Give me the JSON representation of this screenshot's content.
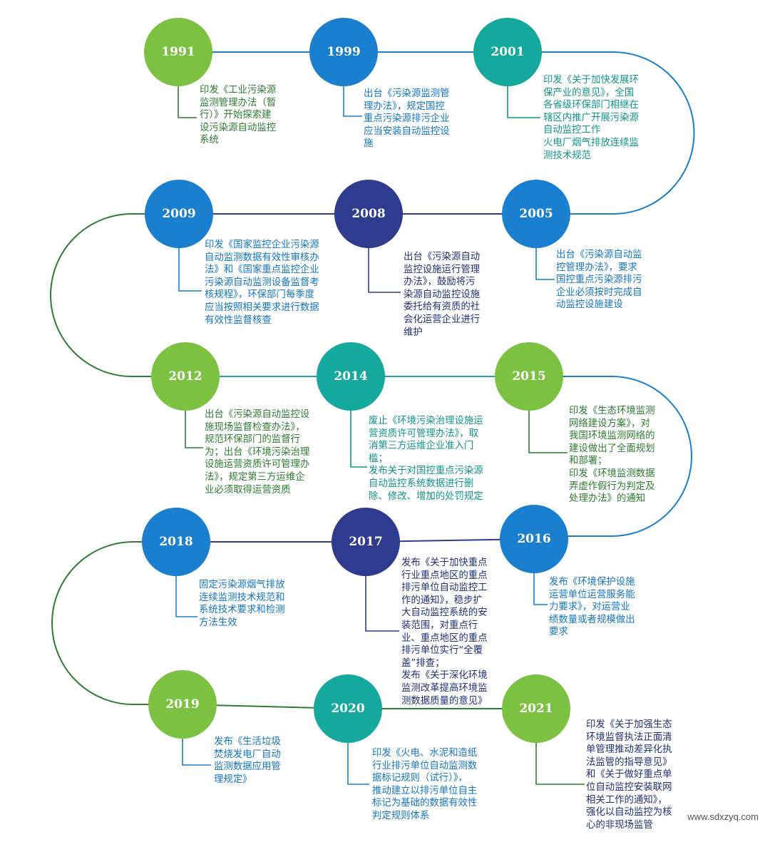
{
  "colors": {
    "lime": "#7dc142",
    "blue": "#1a7fce",
    "teal": "#15a89d",
    "navy": "#2e3b8f",
    "dark_green_line": "#2e7d32",
    "blue_line": "#1a7fce"
  },
  "milestones": [
    {
      "year": "1991",
      "desc": "印发《工业污染源\n监测管理办法（暂\n行）》开始探索建\n设污染源自动监控\n系统"
    },
    {
      "year": "1999",
      "desc": "出台《污染源监测管\n理办法》，规定国控\n重点污染源排污企业\n应当安装自动监控设\n施"
    },
    {
      "year": "2001",
      "desc": "印发《关于加快发展环\n保产业的意见》，全国\n各省级环保部门相继在\n辖区内推广开展污染源\n自动监控工作\n火电厂烟气排放连续监\n测技术规范"
    },
    {
      "year": "2005",
      "desc": "出台《污染源自动监\n控管理办法》，要求\n国控重点污染源排污\n企业必须按时完成自\n动监控设施建设"
    },
    {
      "year": "2008",
      "desc": "出台《污染源自动\n监控设施运行管理\n办法》，鼓励将污\n染源自动监控设施\n委托给有资质的社\n会化运营企业进行\n维护"
    },
    {
      "year": "2009",
      "desc": "印发《国家监控企业污染源\n自动监测数据有效性审核办\n法》和《国家重点监控企业\n污染源自动监测设备监督考\n核规程》，环保部门每季度\n应当按照相关要求进行数据\n有效性监督核查"
    },
    {
      "year": "2012",
      "desc": "出台《污染源自动监控设\n施现场监督检查办法》，\n规范环保部门的监督行\n为；出台《环境污染治理\n设施运营资质许可管理办\n法》，规定第三方运维企\n业必须取得运营资质"
    },
    {
      "year": "2014",
      "desc": "废止《环境污染治理设施运\n营资质许可管理办法》，取\n消第三方运维企业准入门\n槛；\n发布关于对国控重点污染源\n自动监控系统数据进行删\n除、修改、增加的处罚规定"
    },
    {
      "year": "2015",
      "desc": "印发《生态环境监测\n网络建设方案》，对\n我国环境监测网络的\n建设做出了全面规划\n和部署；\n印发《环境监测数据\n弄虚作假行为判定及\n处理办法》的通知"
    },
    {
      "year": "2016",
      "desc": "发布《环境保护设施\n运营单位运营服务能\n力要求》，对运营业\n绩数量或者规模做出\n要求"
    },
    {
      "year": "2017",
      "desc": "发布《关于加快重点\n行业重点地区的重点\n排污单位自动监控工\n作的通知》，稳步扩\n大自动监控系统的安\n装范围，对重点行\n业、重点地区的重点\n排污单位实行“全覆\n盖”排查；\n发布《关于深化环境\n监测改革提高环境监\n测数据质量的意见》"
    },
    {
      "year": "2018",
      "desc": "固定污染源烟气排放\n连续监测技术规范和\n系统技术要求和检测\n方法生效"
    },
    {
      "year": "2019",
      "desc": "发布《生活垃圾\n焚烧发电厂自动\n监测数据应用管\n理规定》"
    },
    {
      "year": "2020",
      "desc": "印发《火电、水泥和造纸\n行业排污单位自动监测数\n据标记规则（试行）》，\n推动建立以排污单位自主\n标记为基础的数据有效性\n判定规则体系"
    },
    {
      "year": "2021",
      "desc": "印发《关于加强生态\n环境监督执法正面清\n单管理推动差异化执\n法监管的指导意见》\n和《关于做好重点单\n位自动监控安装联网\n相关工作的通知》，\n强化以自动监控为核\n心的非现场监管"
    }
  ],
  "watermark": "www.sdxzyq.com"
}
